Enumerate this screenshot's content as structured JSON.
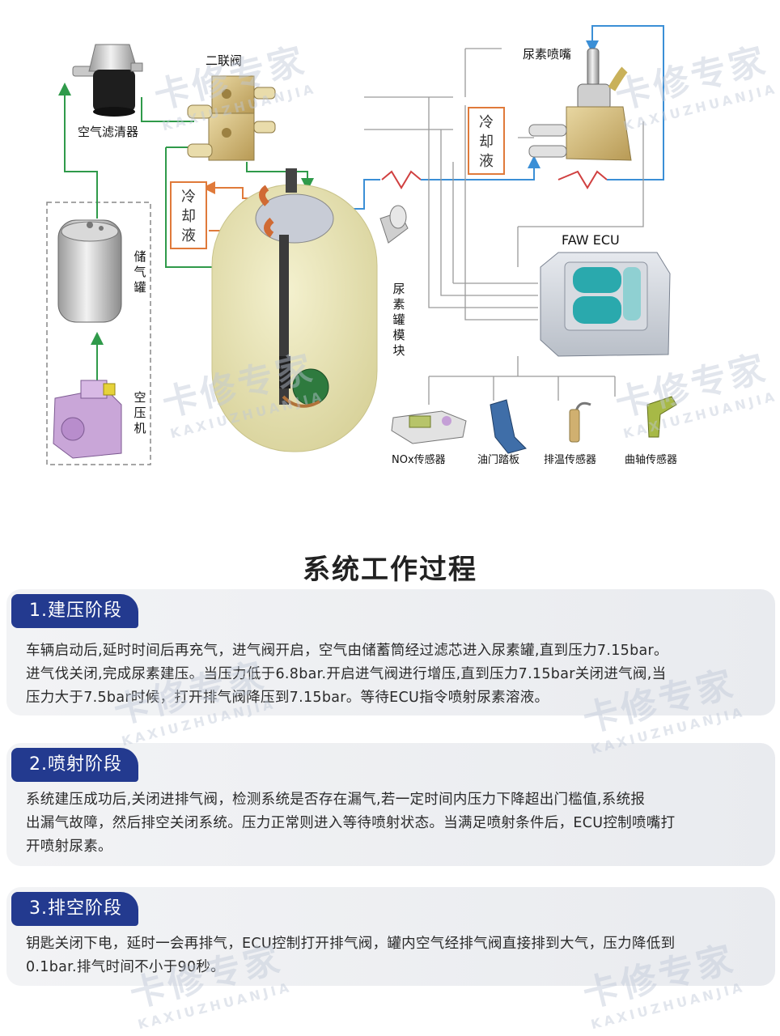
{
  "diagram": {
    "labels": {
      "air_filter": "空气滤清器",
      "twin_valve": "二联阀",
      "urea_nozzle": "尿素喷嘴",
      "air_tank": "储气罐",
      "compressor": "空压机",
      "coolant_left": "冷却液",
      "coolant_right": "冷却液",
      "urea_tank_module": "尿素罐模块",
      "ecu": "FAW ECU",
      "nox_sensor": "NOx传感器",
      "throttle_pedal": "油门踏板",
      "exhaust_temp_sensor": "排温传感器",
      "crank_sensor": "曲轴传感器"
    },
    "watermark": {
      "cn": "卡修专家",
      "en": "KAXIUZHUANJIA"
    },
    "colors": {
      "air_line": "#2f9a4a",
      "coolant_line": "#e07a3a",
      "urea_line": "#3b8fd6",
      "signal_line": "#9a9a9a",
      "tank_fill": "#e6e2b0",
      "stage_tab": "#233a8f"
    }
  },
  "section_title": "系统工作过程",
  "stages": [
    {
      "title": "1.建压阶段",
      "lines": [
        "车辆启动后,延时时间后再充气，进气阀开启，空气由储蓄筒经过滤芯进入尿素罐,直到压力7.15bar。",
        "进气伐关闭,完成尿素建压。当压力低于6.8bar.开启进气阀进行增压,直到压力7.15bar关闭进气阀,当",
        "压力大于7.5bar时候，打开排气阀降压到7.15bar。等待ECU指令喷射尿素溶液。"
      ]
    },
    {
      "title": "2.喷射阶段",
      "lines": [
        "系统建压成功后,关闭进排气阀，检测系统是否存在漏气,若一定时间内压力下降超出门槛值,系统报",
        "出漏气故障，然后排空关闭系统。压力正常则进入等待喷射状态。当满足喷射条件后，ECU控制喷嘴打",
        "开喷射尿素。"
      ]
    },
    {
      "title": "3.排空阶段",
      "lines": [
        "钥匙关闭下电，延时一会再排气，ECU控制打开排气阀，罐内空气经排气阀直接排到大气，压力降低到",
        "0.1bar.排气时间不小于90秒。"
      ]
    }
  ]
}
